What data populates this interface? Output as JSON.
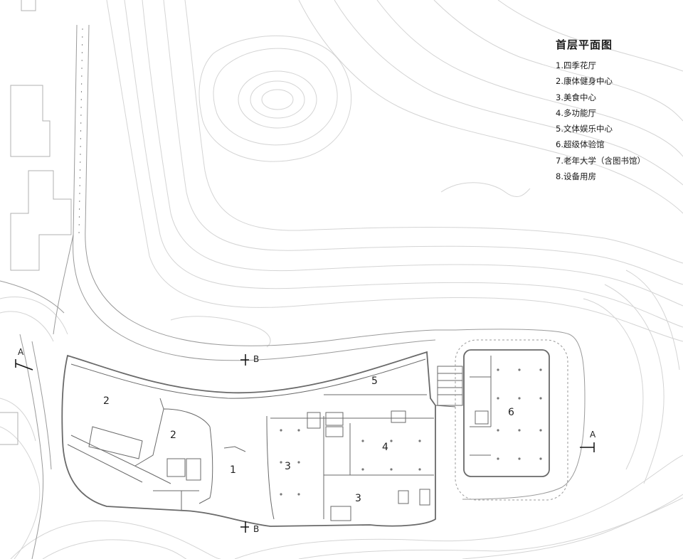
{
  "legend": {
    "title": "首层平面图",
    "items": [
      "1.四季花厅",
      "2.康体健身中心",
      "3.美食中心",
      "4.多功能厅",
      "5.文体娱乐中心",
      "6.超级体验馆",
      "7.老年大学（含图书馆）",
      "8.设备用房"
    ]
  },
  "rooms": {
    "r1": "1",
    "r2a": "2",
    "r2b": "2",
    "r3a": "3",
    "r3b": "3",
    "r4": "4",
    "r5": "5",
    "r6": "6"
  },
  "sections": {
    "a_left": "A",
    "a_right": "A",
    "b_top": "B",
    "b_bottom": "B"
  },
  "colors": {
    "linework": "#8a8a8a",
    "contour": "#d2d2d2",
    "wall": "#6a6a6a"
  }
}
